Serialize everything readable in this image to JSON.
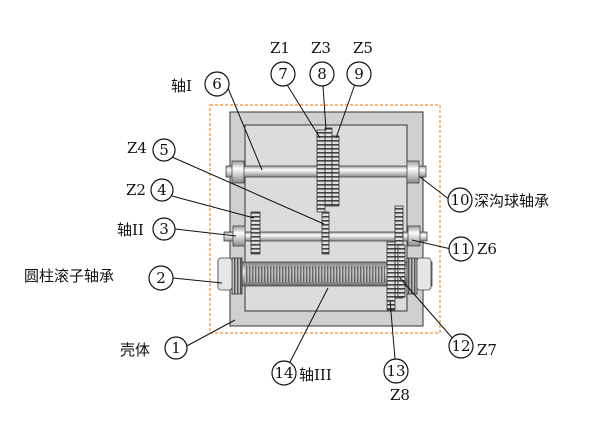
{
  "parts": [
    {
      "id": "1",
      "num": "1",
      "label": "壳体"
    },
    {
      "id": "2",
      "num": "2",
      "label": "圆柱滚子轴承"
    },
    {
      "id": "3",
      "num": "3",
      "label": "轴II"
    },
    {
      "id": "4",
      "num": "4",
      "label": "Z2"
    },
    {
      "id": "5",
      "num": "5",
      "label": "Z4"
    },
    {
      "id": "6",
      "num": "6",
      "label": "轴I"
    },
    {
      "id": "7",
      "num": "7",
      "label": "Z1"
    },
    {
      "id": "8",
      "num": "8",
      "label": "Z3"
    },
    {
      "id": "9",
      "num": "9",
      "label": "Z5"
    },
    {
      "id": "10",
      "num": "10",
      "label": "深沟球轴承"
    },
    {
      "id": "11",
      "num": "11",
      "label": "Z6"
    },
    {
      "id": "12",
      "num": "12",
      "label": "Z7"
    },
    {
      "id": "13",
      "num": "13",
      "label": "Z8"
    },
    {
      "id": "14",
      "num": "14",
      "label": "轴III"
    }
  ],
  "colors": {
    "housing_border": "#ff8c2a",
    "housing_fill": "#d2d2d2",
    "inner_fill": "#dcdcdc",
    "ink": "#111111"
  }
}
